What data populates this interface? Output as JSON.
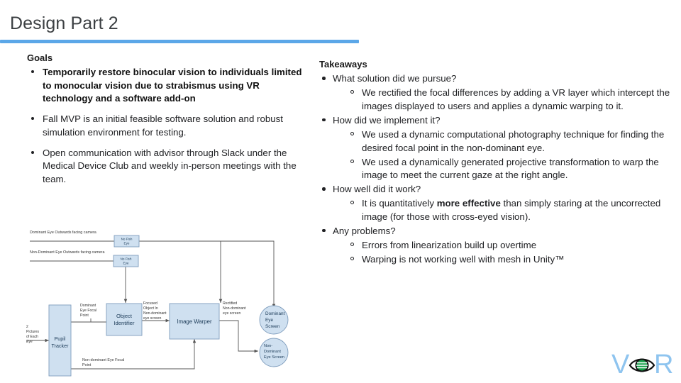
{
  "slide": {
    "title": "Design Part 2",
    "accent_color": "#5ba7e8"
  },
  "left": {
    "heading": "Goals",
    "bullets": [
      {
        "bold": true,
        "text": "Temporarily restore binocular vision to individuals limited to monocular vision due to strabismus using VR technology and a software add-on"
      },
      {
        "bold": false,
        "text": "Fall MVP is an initial feasible software solution and robust simulation environment for testing."
      },
      {
        "bold": false,
        "text": "Open communication with advisor through Slack under the Medical Device Club and weekly in-person meetings with the team."
      }
    ]
  },
  "right": {
    "heading": "Takeaways",
    "items": [
      {
        "q": "What solution did we pursue?",
        "subs": [
          "We rectified the focal differences by adding a VR layer which intercept the images displayed to users and applies a dynamic warping to it."
        ]
      },
      {
        "q": "How did we implement it?",
        "subs": [
          "We used a dynamic computational photography technique for finding the desired focal point in the non-dominant eye.",
          "We used a dynamically generated projective transformation to warp the image to meet the current gaze at the right angle."
        ]
      },
      {
        "q": "How well did it work?",
        "subs": [
          "It is quantitatively more effective than simply staring at the uncorrected image (for those with cross-eyed vision)."
        ],
        "sub_emphasis": "more effective"
      },
      {
        "q": "Any problems?",
        "subs": [
          "Errors from linearization build up overtime",
          "Warping is not working well with mesh in Unity™"
        ]
      }
    ]
  },
  "diagram": {
    "box_fill": "#cfe0f0",
    "box_stroke": "#7f9dbd",
    "line_color": "#555555",
    "nodes": [
      {
        "id": "no-fish-eye-dominant",
        "label": "No Fish Eye",
        "shape": "box"
      },
      {
        "id": "no-fish-eye-nondominant",
        "label": "No Fish Eye",
        "shape": "box"
      },
      {
        "id": "pupil-tracker",
        "label": "Pupil Tracker",
        "shape": "box"
      },
      {
        "id": "object-identifier",
        "label": "Object Identifier",
        "shape": "box"
      },
      {
        "id": "image-warper",
        "label": "Image Warper",
        "shape": "box"
      },
      {
        "id": "dominant-eye-screen",
        "label": "Dominant Eye Screen",
        "shape": "circle"
      },
      {
        "id": "non-dominant-eye-screen",
        "label": "Non-Dominant Eye Screen",
        "shape": "circle"
      }
    ],
    "labels": {
      "dominant_camera": "Dominant Eye Outwards facing camera",
      "nondominant_camera": "Non-Dominant Eye Outwards facing camera",
      "pictures_in": "2 Pictures of Each Eye",
      "dominant_focal": "Dominant Eye Focal Point",
      "focused_object": "Focused Object In Non-dominant eye screen",
      "nondominant_focal": "Non-dominant Eye Focal Point",
      "rectified": "Rectified Non-dominant eye screen"
    }
  },
  "logo": {
    "left_letter": "V",
    "right_letter": "R",
    "letter_color": "#8ec4ef",
    "eye_stripe_color": "#17a04a",
    "alt": "VeR eye logo"
  }
}
